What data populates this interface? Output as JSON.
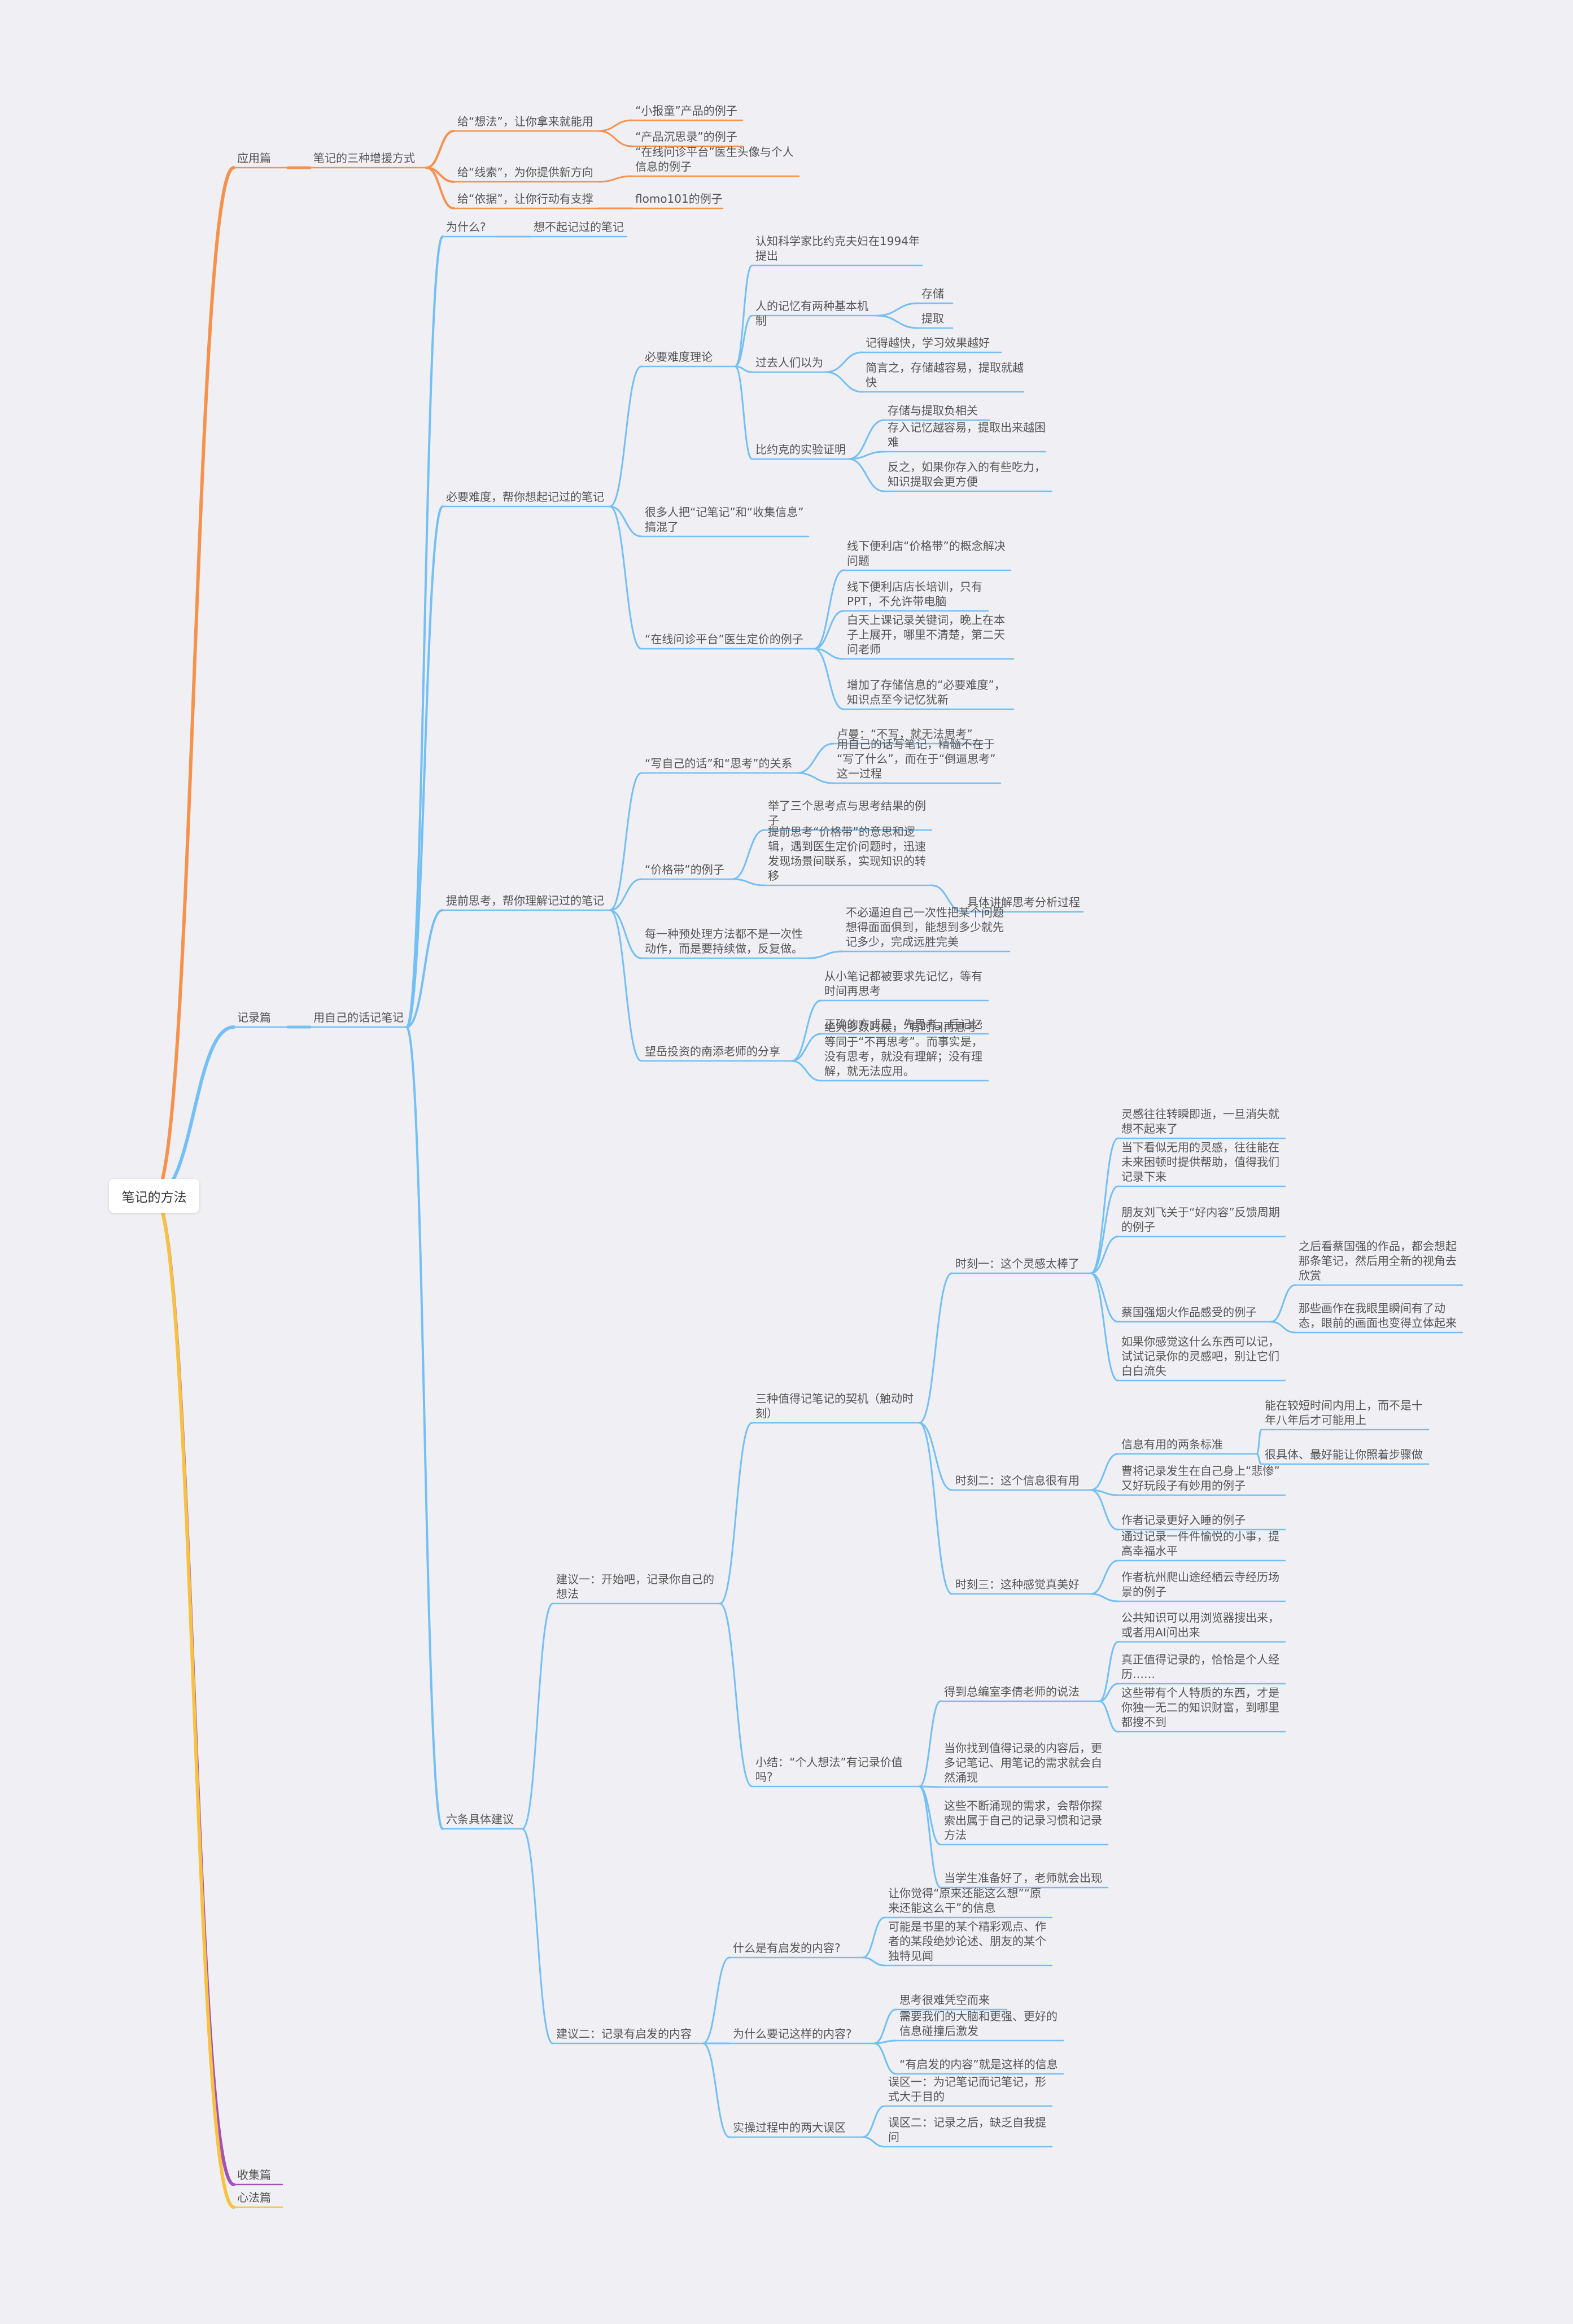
{
  "root": "笔记的方法",
  "colors": {
    "orange": "#f5924e",
    "blue": "#74bff3",
    "purple": "#a352b8",
    "yellow": "#f7c23f"
  },
  "nodes": [
    {
      "id": "n1",
      "text": "应用篇"
    },
    {
      "id": "n1a",
      "text": "笔记的三种增援方式"
    },
    {
      "id": "n1a1",
      "text": "给“想法”，让你拿来就能用"
    },
    {
      "id": "n1a1a",
      "text": "“小报童”产品的例子"
    },
    {
      "id": "n1a1b",
      "text": "“产品沉思录”的例子"
    },
    {
      "id": "n1a2",
      "text": "给“线索”，为你提供新方向"
    },
    {
      "id": "n1a2a",
      "text": "“在线问诊平台”医生头像与个人\n信息的例子"
    },
    {
      "id": "n1a3",
      "text": "给“依据”，让你行动有支撑"
    },
    {
      "id": "n1a3a",
      "text": "flomo101的例子"
    },
    {
      "id": "n2",
      "text": "记录篇"
    },
    {
      "id": "n2a",
      "text": "用自己的话记笔记"
    },
    {
      "id": "w1",
      "text": "为什么?"
    },
    {
      "id": "w1a",
      "text": "想不起记过的笔记"
    },
    {
      "id": "b1",
      "text": "必要难度，帮你想起记过的笔记"
    },
    {
      "id": "b1a",
      "text": "必要难度理论"
    },
    {
      "id": "b1a1",
      "text": "认知科学家比约克夫妇在1994年\n提出"
    },
    {
      "id": "b1a2",
      "text": "人的记忆有两种基本机制"
    },
    {
      "id": "b1a2a",
      "text": "存储"
    },
    {
      "id": "b1a2b",
      "text": "提取"
    },
    {
      "id": "b1a3",
      "text": "过去人们以为"
    },
    {
      "id": "b1a3a",
      "text": "记得越快，学习效果越好"
    },
    {
      "id": "b1a3b",
      "text": "简言之，存储越容易，提取就越\n快"
    },
    {
      "id": "b1a4",
      "text": "比约克的实验证明"
    },
    {
      "id": "b1a4a",
      "text": "存储与提取负相关"
    },
    {
      "id": "b1a4b",
      "text": "存入记忆越容易，提取出来越困\n难"
    },
    {
      "id": "b1a4c",
      "text": "反之，如果你存入的有些吃力，\n知识提取会更方便"
    },
    {
      "id": "b1b",
      "text": "很多人把“记笔记”和“收集信息”\n搞混了"
    },
    {
      "id": "b1c",
      "text": "“在线问诊平台”医生定价的例子"
    },
    {
      "id": "b1c1",
      "text": "线下便利店“价格带”的概念解决\n问题"
    },
    {
      "id": "b1c2",
      "text": "线下便利店店长培训，只有\nPPT，不允许带电脑"
    },
    {
      "id": "b1c3",
      "text": "白天上课记录关键词，晚上在本\n子上展开，哪里不清楚，第二天\n问老师"
    },
    {
      "id": "b1c4",
      "text": "增加了存储信息的“必要难度”，\n知识点至今记忆犹新"
    },
    {
      "id": "t1",
      "text": "提前思考，帮你理解记过的笔记"
    },
    {
      "id": "t1a",
      "text": "“写自己的话”和“思考”的关系"
    },
    {
      "id": "t1a1",
      "text": "卢曼：“不写，就无法思考”"
    },
    {
      "id": "t1a2",
      "text": "用自己的话写笔记，精髓不在于\n“写了什么”，而在于“倒逼思考”\n这一过程"
    },
    {
      "id": "t1b",
      "text": "“价格带”的例子"
    },
    {
      "id": "t1b1",
      "text": "举了三个思考点与思考结果的例\n子"
    },
    {
      "id": "t1b2",
      "text": "提前思考“价格带”的意思和逻\n辑，遇到医生定价问题时，迅速\n发现场景间联系，实现知识的转\n移"
    },
    {
      "id": "t1b2a",
      "text": "具体讲解思考分析过程"
    },
    {
      "id": "t1c",
      "text": "每一种预处理方法都不是一次性\n动作，而是要持续做，反复做。"
    },
    {
      "id": "t1c1",
      "text": "不必逼迫自己一次性把某个问题\n想得面面俱到，能想到多少就先\n记多少，完成远胜完美"
    },
    {
      "id": "t1d",
      "text": "望岳投资的南添老师的分享"
    },
    {
      "id": "t1d1",
      "text": "从小笔记都被要求先记忆，等有\n时间再思考"
    },
    {
      "id": "t1d2",
      "text": "正确的方式是，先思考，后记忆"
    },
    {
      "id": "t1d3",
      "text": "绝大多数时候，“有时间再思考”\n等同于“不再思考”。而事实是，\n没有思考，就没有理解；没有理\n解，就无法应用。"
    },
    {
      "id": "s1",
      "text": "六条具体建议"
    },
    {
      "id": "s1a",
      "text": "建议一：开始吧，记录你自己的\n想法"
    },
    {
      "id": "s1a1",
      "text": "三种值得记笔记的契机（触动时\n刻）"
    },
    {
      "id": "m1",
      "text": "时刻一：这个灵感太棒了"
    },
    {
      "id": "m1a",
      "text": "灵感往往转瞬即逝，一旦消失就\n想不起来了"
    },
    {
      "id": "m1b",
      "text": "当下看似无用的灵感，往往能在\n未来困顿时提供帮助，值得我们\n记录下来"
    },
    {
      "id": "m1c",
      "text": "朋友刘飞关于“好内容”反馈周期\n的例子"
    },
    {
      "id": "m1d",
      "text": "蔡国强烟火作品感受的例子"
    },
    {
      "id": "m1d1",
      "text": "之后看蔡国强的作品，都会想起\n那条笔记，然后用全新的视角去\n欣赏"
    },
    {
      "id": "m1d2",
      "text": "那些画作在我眼里瞬间有了动\n态，眼前的画面也变得立体起来"
    },
    {
      "id": "m1e",
      "text": "如果你感觉这什么东西可以记，\n试试记录你的灵感吧，别让它们\n白白流失"
    },
    {
      "id": "m2",
      "text": "时刻二：这个信息很有用"
    },
    {
      "id": "m2a",
      "text": "信息有用的两条标准"
    },
    {
      "id": "m2a1",
      "text": "能在较短时间内用上，而不是十\n年八年后才可能用上"
    },
    {
      "id": "m2a2",
      "text": "很具体、最好能让你照着步骤做"
    },
    {
      "id": "m2b",
      "text": "曹将记录发生在自己身上“悲惨”\n又好玩段子有妙用的例子"
    },
    {
      "id": "m2c",
      "text": "作者记录更好入睡的例子"
    },
    {
      "id": "m3",
      "text": "时刻三：这种感觉真美好"
    },
    {
      "id": "m3a",
      "text": "通过记录一件件愉悦的小事，提\n高幸福水平"
    },
    {
      "id": "m3b",
      "text": "作者杭州爬山途经栖云寺经历场\n景的例子"
    },
    {
      "id": "s1a2",
      "text": "小结：“个人想法”有记录价值\n吗?"
    },
    {
      "id": "x1",
      "text": "得到总编室李倩老师的说法"
    },
    {
      "id": "x1a",
      "text": "公共知识可以用浏览器搜出来，\n或者用AI问出来"
    },
    {
      "id": "x1b",
      "text": "真正值得记录的，恰恰是个人经\n历……"
    },
    {
      "id": "x1c",
      "text": "这些带有个人特质的东西，才是\n你独一无二的知识财富，到哪里\n都搜不到"
    },
    {
      "id": "x2",
      "text": "当你找到值得记录的内容后，更\n多记笔记、用笔记的需求就会自\n然涌现"
    },
    {
      "id": "x3",
      "text": "这些不断涌现的需求，会帮你探\n索出属于自己的记录习惯和记录\n方法"
    },
    {
      "id": "x4",
      "text": "当学生准备好了，老师就会出现"
    },
    {
      "id": "s1b",
      "text": "建议二：记录有启发的内容"
    },
    {
      "id": "q1",
      "text": "什么是有启发的内容?"
    },
    {
      "id": "q1a",
      "text": "让你觉得“原来还能这么想”“原\n来还能这么干”的信息"
    },
    {
      "id": "q1b",
      "text": "可能是书里的某个精彩观点、作\n者的某段绝妙论述、朋友的某个\n独特见闻"
    },
    {
      "id": "q2",
      "text": "为什么要记这样的内容?"
    },
    {
      "id": "q2a",
      "text": "思考很难凭空而来"
    },
    {
      "id": "q2b",
      "text": "需要我们的大脑和更强、更好的\n信息碰撞后激发"
    },
    {
      "id": "q2c",
      "text": "“有启发的内容”就是这样的信息"
    },
    {
      "id": "q3",
      "text": "实操过程中的两大误区"
    },
    {
      "id": "q3a",
      "text": "误区一：为记笔记而记笔记，形\n式大于目的"
    },
    {
      "id": "q3b",
      "text": "误区二：记录之后，缺乏自我提\n问"
    },
    {
      "id": "n3",
      "text": "收集篇"
    },
    {
      "id": "n4",
      "text": "心法篇"
    }
  ]
}
